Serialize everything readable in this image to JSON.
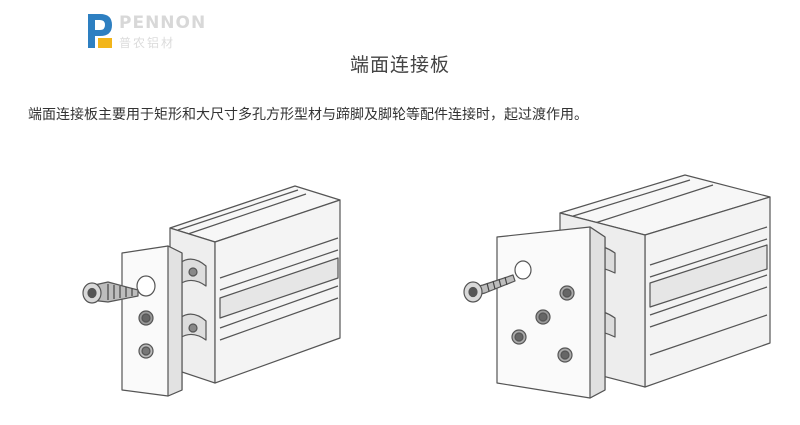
{
  "logo": {
    "brand": "PENNON",
    "brand_cn": "普农铝材",
    "icon": "pennon-logo-icon",
    "colors": {
      "blue": "#2d7fc1",
      "yellow": "#f2b51a"
    }
  },
  "page": {
    "title": "端面连接板",
    "intro": "端面连接板主要用于矩形和大尺寸多孔方形型材与蹄脚及脚轮等配件连接时，起过渡作用。"
  },
  "figures": [
    {
      "icon": "end-plate-small-illustration"
    },
    {
      "icon": "end-plate-large-illustration"
    }
  ]
}
